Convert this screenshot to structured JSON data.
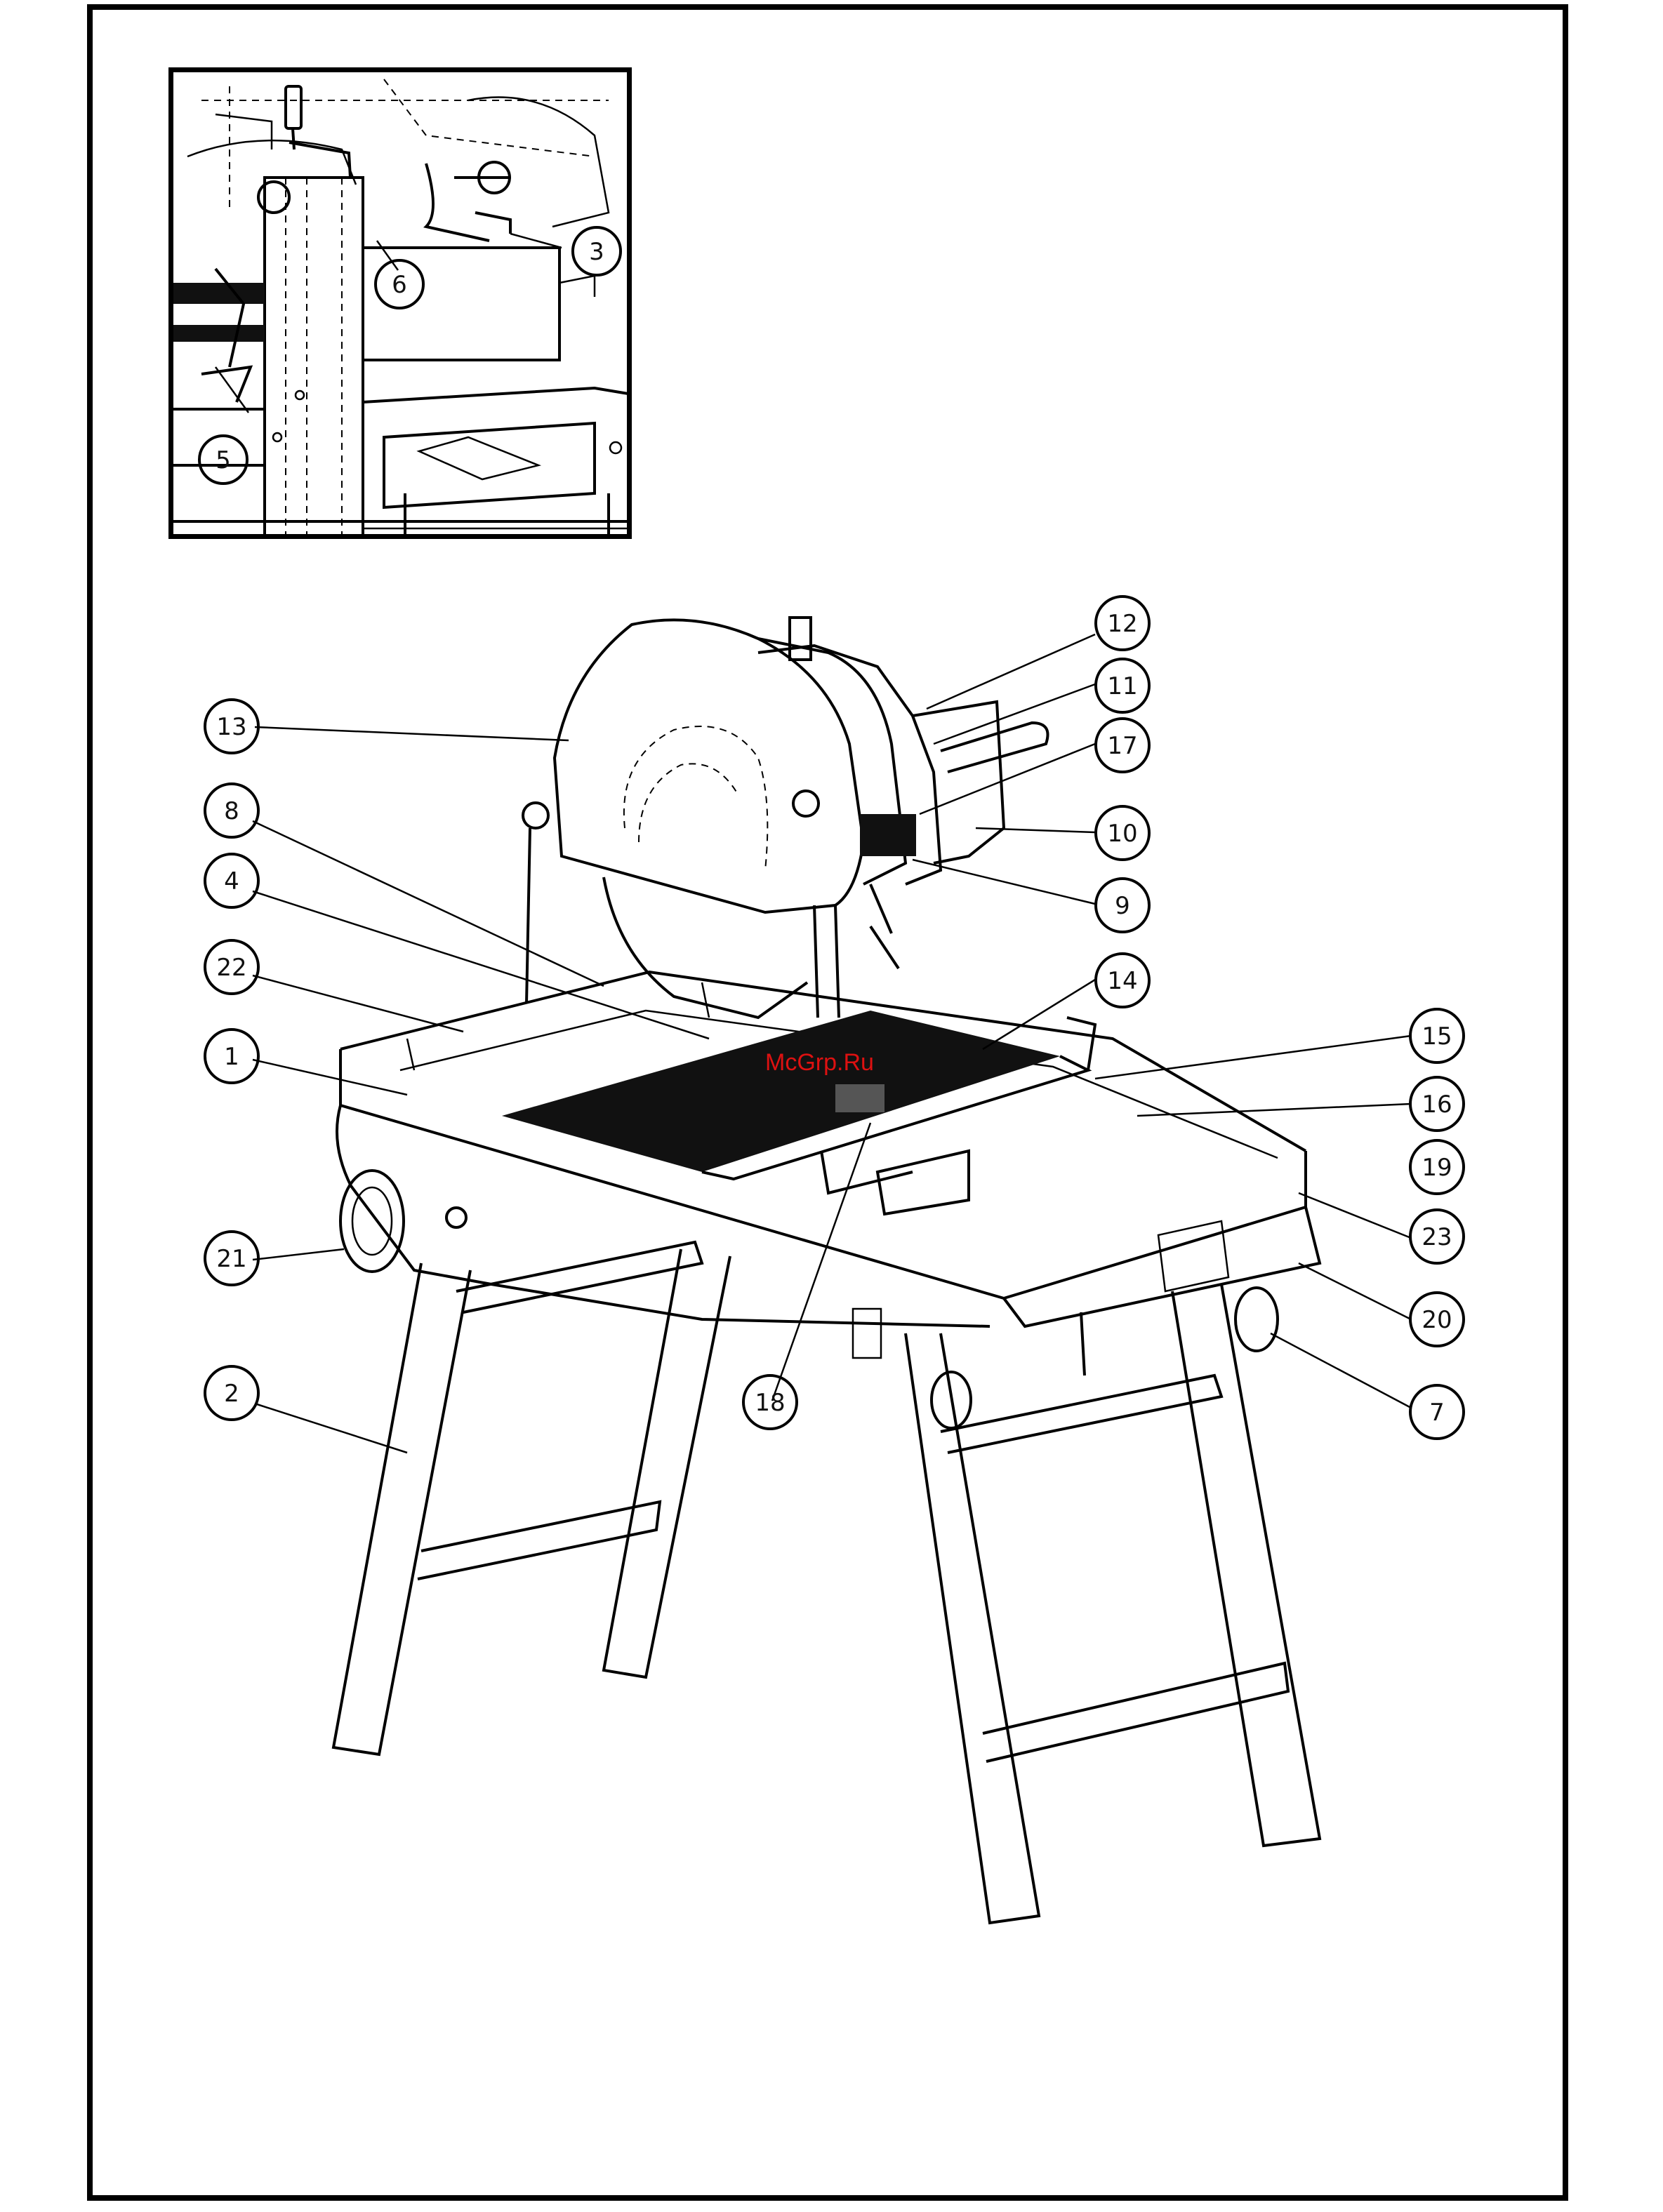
{
  "watermark": "McGrp.Ru",
  "inset_callouts": [
    {
      "id": "c-inset-6",
      "label": "6"
    },
    {
      "id": "c-inset-3",
      "label": "3"
    },
    {
      "id": "c-inset-5",
      "label": "5"
    }
  ],
  "callouts": [
    {
      "id": "c12",
      "label": "12"
    },
    {
      "id": "c11",
      "label": "11"
    },
    {
      "id": "c13",
      "label": "13"
    },
    {
      "id": "c17",
      "label": "17"
    },
    {
      "id": "c8",
      "label": "8"
    },
    {
      "id": "c10",
      "label": "10"
    },
    {
      "id": "c4",
      "label": "4"
    },
    {
      "id": "c9",
      "label": "9"
    },
    {
      "id": "c22",
      "label": "22"
    },
    {
      "id": "c14",
      "label": "14"
    },
    {
      "id": "c1",
      "label": "1"
    },
    {
      "id": "c15",
      "label": "15"
    },
    {
      "id": "c16",
      "label": "16"
    },
    {
      "id": "c19",
      "label": "19"
    },
    {
      "id": "c23",
      "label": "23"
    },
    {
      "id": "c21",
      "label": "21"
    },
    {
      "id": "c20",
      "label": "20"
    },
    {
      "id": "c18",
      "label": "18"
    },
    {
      "id": "c7",
      "label": "7"
    },
    {
      "id": "c2",
      "label": "2"
    }
  ]
}
